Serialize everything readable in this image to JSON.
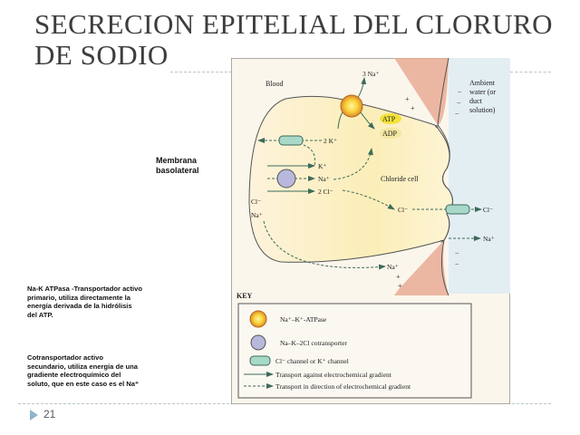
{
  "slide": {
    "title_line1": "SECRECION EPITELIAL DEL CLORURO",
    "title_line2": "DE SODIO",
    "membrana_label_line1": "Membrana",
    "membrana_label_line2": "basolateral",
    "note_atpase": [
      "Na-K ATPasa -Transportador activo",
      "primario, utiliza directamente la",
      "energía derivada de la hidrólisis",
      "del ATP."
    ],
    "note_cotransporter": [
      "Cotransportador activo",
      "secundario, utiliza energía de una",
      "gradiente electroquímico del",
      "soluto, que en este caso es el  Na⁺"
    ],
    "page_number": "21"
  },
  "diagram": {
    "blood": "Blood",
    "three_na": "3 Na⁺",
    "atp": "ATP",
    "adp": "ADP",
    "two_k": "2 K⁺",
    "k": "K⁺",
    "na_in": "Na⁺",
    "two_cl": "2 Cl⁻",
    "cl_left": "Cl⁻",
    "na_left": "Na⁺",
    "chloride_cell": "Chloride cell",
    "cl_inside": "Cl⁻",
    "cl_out": "Cl⁻",
    "na_out": "Na⁺",
    "na_junction": "Na⁺",
    "ambient": [
      "Ambient",
      "water (or",
      "duct",
      "solution)"
    ],
    "plus": "+",
    "minus": "−",
    "key": {
      "title": "KEY",
      "atpase": "Na⁺–K⁺-ATPase",
      "cotransporter": "Na–K–2Cl cotransporter",
      "channel": "Cl⁻ channel or K⁺ channel",
      "against": "Transport against electrochemical gradient",
      "direction": "Transport in direction of electrochemical gradient"
    }
  },
  "colors": {
    "arrow": "#3d6b5a",
    "pink": "#e8a890",
    "cell": "#fbeec0",
    "ambient": "#e3eef3"
  }
}
